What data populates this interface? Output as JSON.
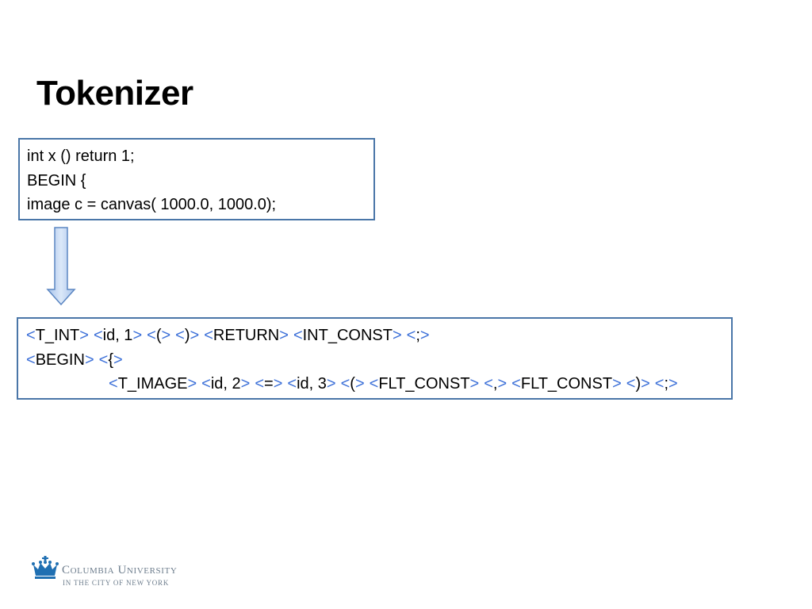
{
  "title": "Tokenizer",
  "source_code": {
    "lines": [
      "int x () return 1;",
      "BEGIN {",
      "image c = canvas( 1000.0, 1000.0);"
    ]
  },
  "tokens": {
    "bracket_color": "#3b6fd8",
    "lines": [
      {
        "indent": false,
        "tokens": [
          "T_INT",
          "id, 1",
          "(",
          ")",
          "RETURN",
          "INT_CONST",
          ";"
        ]
      },
      {
        "indent": false,
        "tokens": [
          "BEGIN",
          "{"
        ]
      },
      {
        "indent": true,
        "tokens": [
          "T_IMAGE",
          "id, 2",
          "=",
          "id, 3",
          "(",
          "FLT_CONST",
          ",",
          "FLT_CONST",
          ")",
          ";"
        ]
      }
    ]
  },
  "footer": {
    "university": "Columbia University",
    "tagline": "IN THE CITY OF NEW YORK"
  }
}
